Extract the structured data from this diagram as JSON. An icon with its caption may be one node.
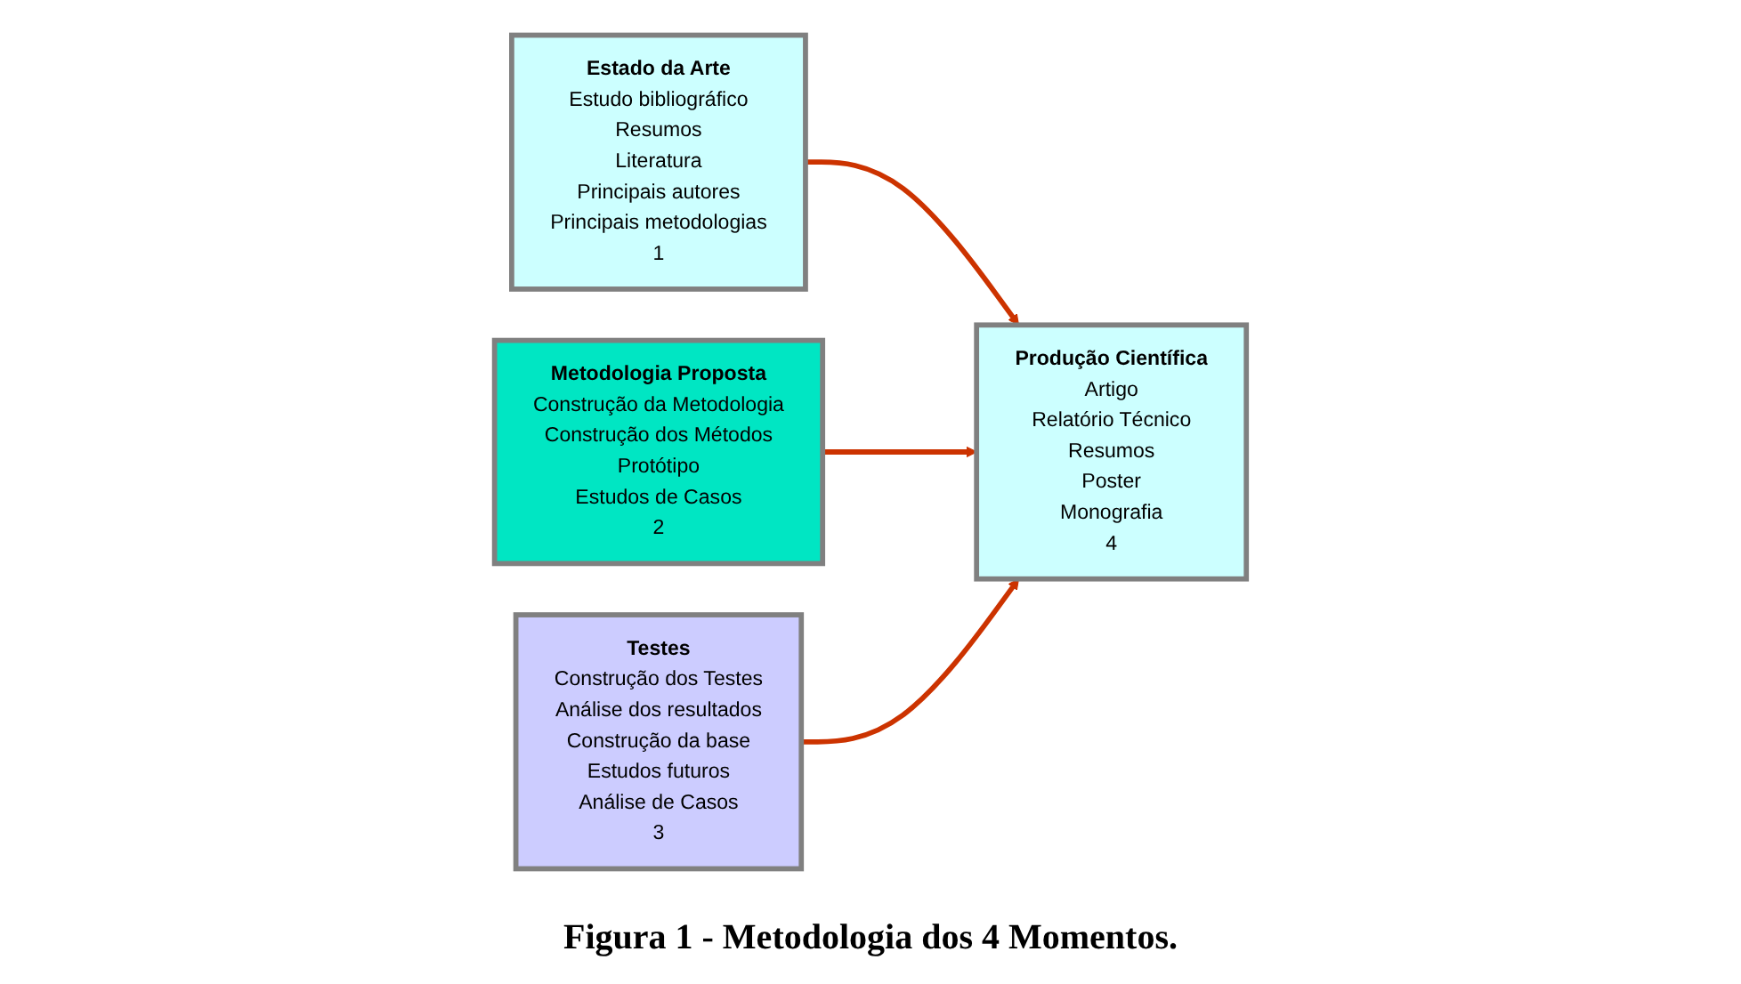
{
  "diagram": {
    "caption": "Figura 1 - Metodologia dos 4 Momentos.",
    "nodes": [
      {
        "text": [
          "Estado da Arte",
          "Estudo bibliográfico",
          "Resumos",
          "Literatura",
          "Principais autores",
          "Principais metodologias",
          "1"
        ]
      },
      {
        "text": [
          "Metodologia Proposta",
          "Construção da Metodologia",
          "Construção dos Métodos",
          "Protótipo",
          "Estudos de Casos",
          "2"
        ]
      },
      {
        "text": [
          "Testes",
          "Construção dos Testes",
          "Análise dos resultados",
          "Construção da base",
          "Estudos futuros",
          "Análise de Casos",
          "3"
        ]
      },
      {
        "text": [
          "Produção Científica",
          "Artigo",
          "Relatório Técnico",
          "Resumos",
          "Poster",
          "Monografia",
          "4"
        ]
      }
    ],
    "edges": [
      {
        "from": 0,
        "to": 3,
        "arrow": "to"
      },
      {
        "from": 1,
        "to": 3,
        "arrow": "to"
      },
      {
        "from": 2,
        "to": 3,
        "arrow": "to"
      }
    ]
  }
}
